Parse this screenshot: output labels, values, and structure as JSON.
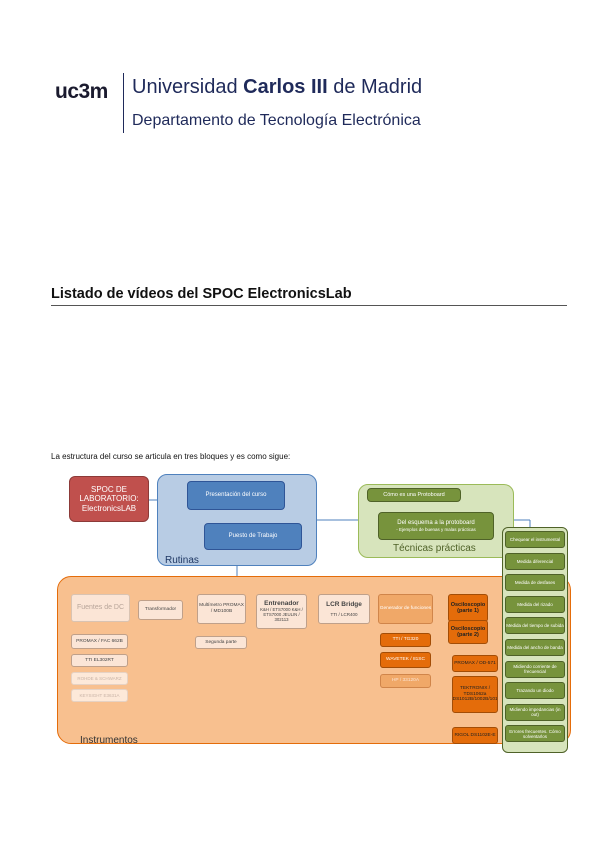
{
  "header": {
    "logo": "uc3m",
    "university_regular_1": "Universidad ",
    "university_bold": "Carlos III",
    "university_regular_2": " de Madrid",
    "department": "Departamento de Tecnología Electrónica"
  },
  "document": {
    "title": "Listado de vídeos del SPOC ElectronicsLab",
    "intro": "La estructura del curso se articula en tres bloques y es como sigue:"
  },
  "diagram": {
    "spoc_line1": "SPOC DE",
    "spoc_line2": "LABORATORIO:",
    "spoc_line3": "ElectronicsLAB",
    "rutinas_label": "Rutinas",
    "presentacion": "Presentación del curso",
    "puesto": "Puesto de Trabajo",
    "tecnicas_label": "Técnicas prácticas",
    "protoboard": "Cómo es una Protoboard",
    "esquema_title": "Del esquema a la protoboard",
    "esquema_sub": "- Ejemplos de buenas y malas prácticas",
    "instrumentos_label": "Instrumentos",
    "fuentes": "Fuentes de DC",
    "promax_fac": "PROMAX / FAC 662B",
    "tti_el302rt": "TTI EL302RT",
    "fuentes_faded1": "ROHDE & SCHWARZ",
    "fuentes_faded2": "KEYSIGHT E3631A",
    "transformador": "Transformador",
    "multimetro": "Multímetro PROMAX / MD100B",
    "segunda_parte": "Segunda parte",
    "entrenador_title": "Entrenador",
    "entrenador_sub": "K&H / ETS7000 K&H / ETS7000 JEULIN / 302113",
    "lcr_title": "LCR Bridge",
    "lcr_sub": "TTI / LCR400",
    "generador": "Generador de funciones",
    "tti_tg320": "TTI / TG320",
    "wavetek": "WAVETEK / 81SC",
    "hp_faded": "HP / 33120A",
    "osc1": "Osciloscopio (parte 1)",
    "osc2": "Osciloscopio (parte 2)",
    "promax_od": "PROMAX / OD-571",
    "tektronix": "TEKTRONIX / TDS1062a TDS1012B/1002B/1012",
    "rigol": "RIGOL DS1102E-E",
    "green_items": [
      "Chequear el instrumental",
      "Medida diferencial",
      "Medida de desfases",
      "Medida del rizado",
      "Medida del tiempo de subida",
      "Medida del ancho de banda",
      "Midiendo corriente de frecuencial",
      "Trazando un diodo",
      "Midiendo impedancias (in out)",
      "Errores frecuentes. Cómo solventarlos"
    ]
  },
  "colors": {
    "spoc": "#c0504d",
    "rutinas": "#b8cce4",
    "blue_box": "#4f81bd",
    "tecnicas": "#d7e4bc",
    "green_box": "#77933c",
    "instrumentos": "#f8c08f",
    "orange_dark": "#e46c0a",
    "header_text": "#1f2a5a"
  }
}
